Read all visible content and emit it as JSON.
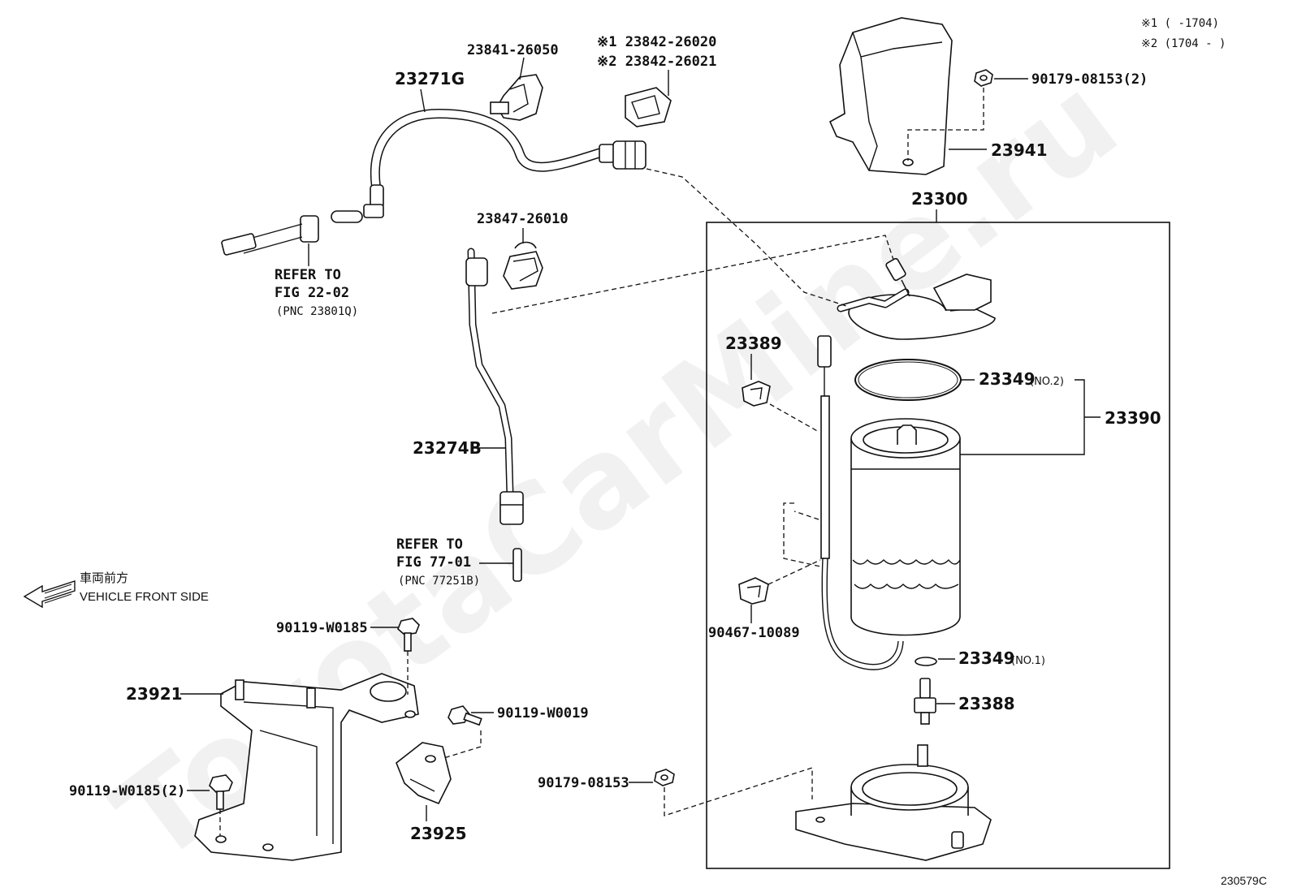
{
  "watermark": "ToyotaCarMine.ru",
  "figure_code": "230579C",
  "notes": {
    "note1": "※1 (     -1704)",
    "note2": "※2 (1704 -     )"
  },
  "orientation": {
    "jp": "車両前方",
    "en": "VEHICLE FRONT SIDE"
  },
  "labels": {
    "p23841": "23841-26050",
    "p23842a": "※1 23842-26020",
    "p23842b": "※2 23842-26021",
    "p23271": "23271G",
    "p90179top": "90179-08153(2)",
    "p23941": "23941",
    "p23300": "23300",
    "p23847": "23847-26010",
    "refer1_line1": "REFER TO",
    "refer1_line2": "FIG 22-02",
    "refer1_line3": "(PNC 23801Q)",
    "p23389": "23389",
    "p23349no2": "23349",
    "p23349no2_suffix": "(NO.2)",
    "p23390": "23390",
    "p23274": "23274B",
    "refer2_line1": "REFER TO",
    "refer2_line2": "FIG 77-01",
    "refer2_line3": "(PNC 77251B)",
    "p90467": "90467-10089",
    "p23349no1": "23349",
    "p23349no1_suffix": "(NO.1)",
    "p23388": "23388",
    "p90119a": "90119-W0185",
    "p23921": "23921",
    "p90119b": "90119-W0019",
    "p90179mid": "90179-08153",
    "p90119c": "90119-W0185(2)",
    "p23925": "23925"
  }
}
